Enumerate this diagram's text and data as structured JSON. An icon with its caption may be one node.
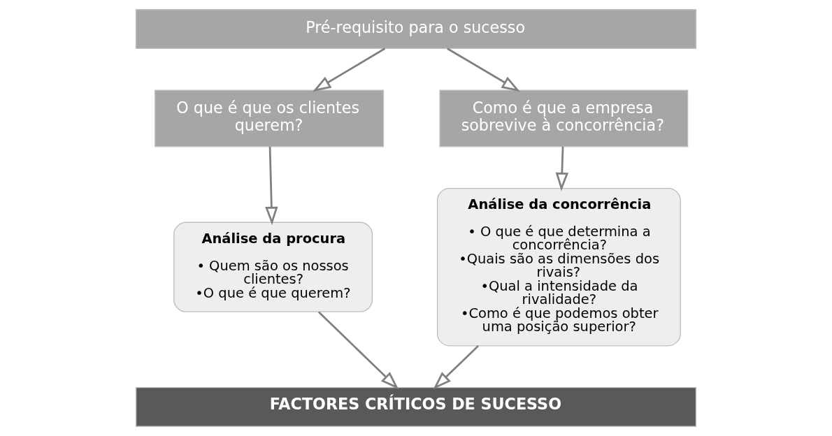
{
  "diagram": {
    "nodes": [
      {
        "text": [
          "Pré-requisito para o sucesso"
        ]
      },
      {
        "text": [
          "O que é que os clientes querem?"
        ]
      },
      {
        "text": [
          "Como é que a empresa sobrevive à concorrência?"
        ]
      },
      {
        "text": [
          "Análise da procura",
          "• Quem são os nossos clientes?",
          "•O que é que querem?"
        ]
      },
      {
        "text": [
          "Análise da concorrência",
          "• O que é que determina a concorrência?",
          "•Quais são as dimensões dos rivais?",
          "•Qual a intensidade da rivalidade?",
          "•Como é que podemos obter uma posição superior?"
        ]
      },
      {
        "text": [
          "FACTORES CRÍTICOS DE SUCESSO"
        ]
      }
    ],
    "edges": [
      {
        "from": 0,
        "to": 1,
        "arrow": "to"
      },
      {
        "from": 0,
        "to": 2,
        "arrow": "to"
      },
      {
        "from": 1,
        "to": 3,
        "arrow": "to"
      },
      {
        "from": 2,
        "to": 4,
        "arrow": "to"
      },
      {
        "from": 3,
        "to": 5,
        "arrow": "to"
      },
      {
        "from": 4,
        "to": 5,
        "arrow": "to"
      }
    ]
  }
}
